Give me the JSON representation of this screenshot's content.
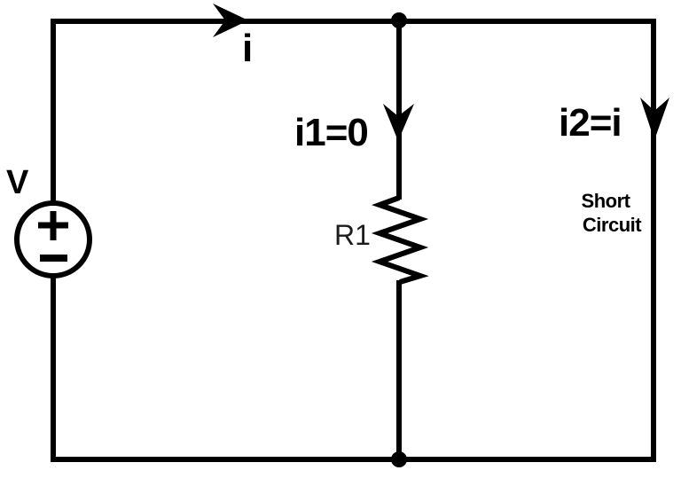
{
  "canvas": {
    "background": "#ffffff",
    "ink": "#000000"
  },
  "diagram": {
    "source_label": "V",
    "source_plus_symbol": "+",
    "source_minus_symbol": "−",
    "top_current_label": "i",
    "branch1_current_label": "i1=0",
    "branch2_current_label": "i2=i",
    "resistor_label": "R1",
    "short_circuit_label": {
      "line1": "Short",
      "line2": "Circuit"
    }
  }
}
